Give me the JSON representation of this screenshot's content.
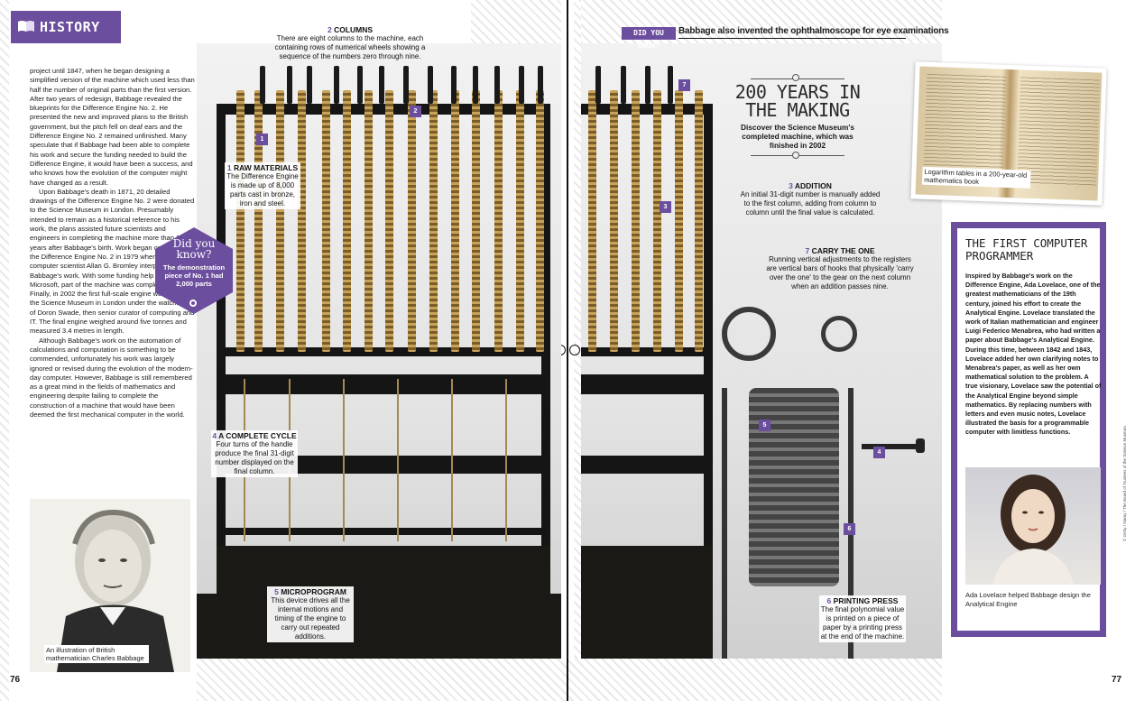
{
  "header": {
    "section_label": "HISTORY",
    "did_you_know_tag": "DID YOU KNOW?",
    "did_you_know_fact": "Babbage also invented the ophthalmoscope for eye examinations"
  },
  "left_column": {
    "paragraphs": [
      "project until 1847, when he began designing a simplified version of the machine which used less than half the number of original parts than the first version. After two years of redesign, Babbage revealed the blueprints for the Difference Engine No. 2. He presented the new and improved plans to the British government, but the pitch fell on deaf ears and the Difference Engine No. 2 remained unfinished. Many speculate that if Babbage had been able to complete his work and secure the funding needed to build the Difference Engine, it would have been a success, and who knows how the evolution of the computer might have changed as a result.",
      "Upon Babbage's death in 1871, 20 detailed drawings of the Difference Engine No. 2 were donated to the Science Museum in London. Presumably intended to remain as a historical reference to his work, the plans assisted future scientists and engineers in completing the machine more than 200 years after Babbage's birth. Work began on building the Difference Engine No. 2 in 1979 when Australian computer scientist Allan G. Bromley interpreted Babbage's work. With some funding help from Microsoft, part of the machine was completed by 1991. Finally, in 2002 the first full-scale engine was built at the Science Museum in London under the watchful eye of Doron Swade, then senior curator of computing and IT. The final engine weighed around five tonnes and measured 3.4 metres in length.",
      "Although Babbage's work on the automation of calculations and computation is something to be commended, unfortunately his work was largely ignored or revised during the evolution of the modern-day computer. However, Babbage is still remembered as a great mind in the fields of mathematics and engineering despite failing to complete the construction of a machine that would have been deemed the first mechanical computer in the world."
    ]
  },
  "hex_badge": {
    "title": "Did you know?",
    "text": "The demonstration piece of No. 1 had 2,000 parts"
  },
  "portrait_caption": "An illustration of British mathematician Charles Babbage",
  "callouts": {
    "columns": {
      "number": "2",
      "title": "COLUMNS",
      "text": "There are eight columns to the machine, each containing rows of numerical wheels showing a sequence of the numbers zero through nine."
    },
    "raw_materials": {
      "number": "1",
      "title": "RAW MATERIALS",
      "text": "The Difference Engine is made up of 8,000 parts cast in bronze, iron and steel."
    },
    "complete_cycle": {
      "number": "4",
      "title": "A COMPLETE CYCLE",
      "text": "Four turns of the handle produce the final 31-digit number displayed on the final column."
    },
    "microprogram": {
      "number": "5",
      "title": "MICROPROGRAM",
      "text": "This device drives all the internal motions and timing of the engine to carry out repeated additions."
    },
    "addition": {
      "number": "3",
      "title": "ADDITION",
      "text": "An initial 31-digit number is manually added to the first column, adding from column to column until the final value is calculated."
    },
    "carry_the_one": {
      "number": "7",
      "title": "CARRY THE ONE",
      "text": "Running vertical adjustments to the registers are vertical bars of hooks that physically 'carry over the one' to the gear on the next column when an addition passes nine."
    },
    "printing_press": {
      "number": "6",
      "title": "PRINTING PRESS",
      "text": "The final polynomial value is printed on a piece of paper by a printing press at the end of the machine."
    }
  },
  "photo_tags": [
    "1",
    "2",
    "3",
    "4",
    "5",
    "6",
    "7",
    "5"
  ],
  "feature": {
    "headline": "200 YEARS IN THE MAKING",
    "subhead": "Discover the Science Museum's completed machine, which was finished in 2002"
  },
  "book_caption": "Logarithm tables in a 200-year-old mathematics book",
  "sidebar": {
    "title": "THE FIRST COMPUTER PROGRAMMER",
    "text": "Inspired by Babbage's work on the Difference Engine, Ada Lovelace, one of the greatest mathematicians of the 19th century, joined his effort to create the Analytical Engine. Lovelace translated the work of Italian mathematician and engineer Luigi Federico Menabrea, who had written a paper about Babbage's Analytical Engine. During this time, between 1842 and 1843, Lovelace added her own clarifying notes to Menabrea's paper, as well as her own mathematical solution to the problem. A true visionary, Lovelace saw the potential of the Analytical Engine beyond simple mathematics. By replacing numbers with letters and even music notes, Lovelace illustrated the basis for a programmable computer with limitless functions.",
    "caption": "Ada Lovelace helped Babbage design the Analytical Engine"
  },
  "credit": "© Getty / Alamy / The Board of Trustees of the Science Museum",
  "pages": {
    "left": "76",
    "right": "77"
  },
  "colors": {
    "accent": "#6c4e9e",
    "text": "#1a1a1a"
  }
}
